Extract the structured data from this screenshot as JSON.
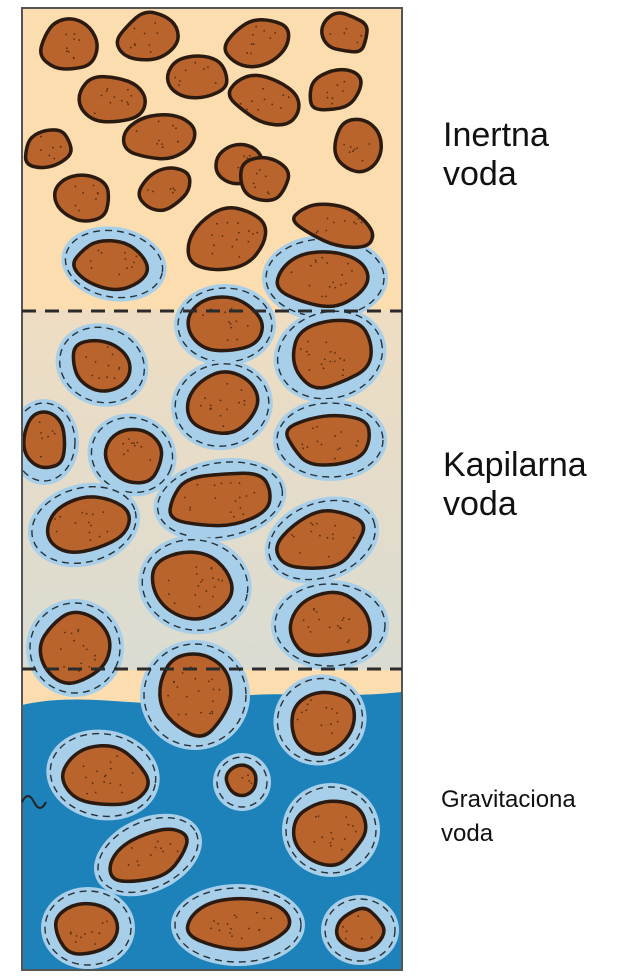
{
  "zones": [
    {
      "id": "inert",
      "line1": "Inertna",
      "line2": "voda"
    },
    {
      "id": "capillary",
      "line1": "Kapilarna",
      "line2": "voda"
    },
    {
      "id": "gravitational",
      "line1": "Gravitaciona",
      "line2": "voda"
    }
  ],
  "colors": {
    "sand": "#FCDDB0",
    "grain_fill": "#B8642C",
    "grain_outline": "#2B1A10",
    "film_water": "#A7CFEA",
    "saturated_water": "#1C82B9",
    "capillary_tint": "#D5E0E6",
    "divider": "#2B2B2B"
  }
}
